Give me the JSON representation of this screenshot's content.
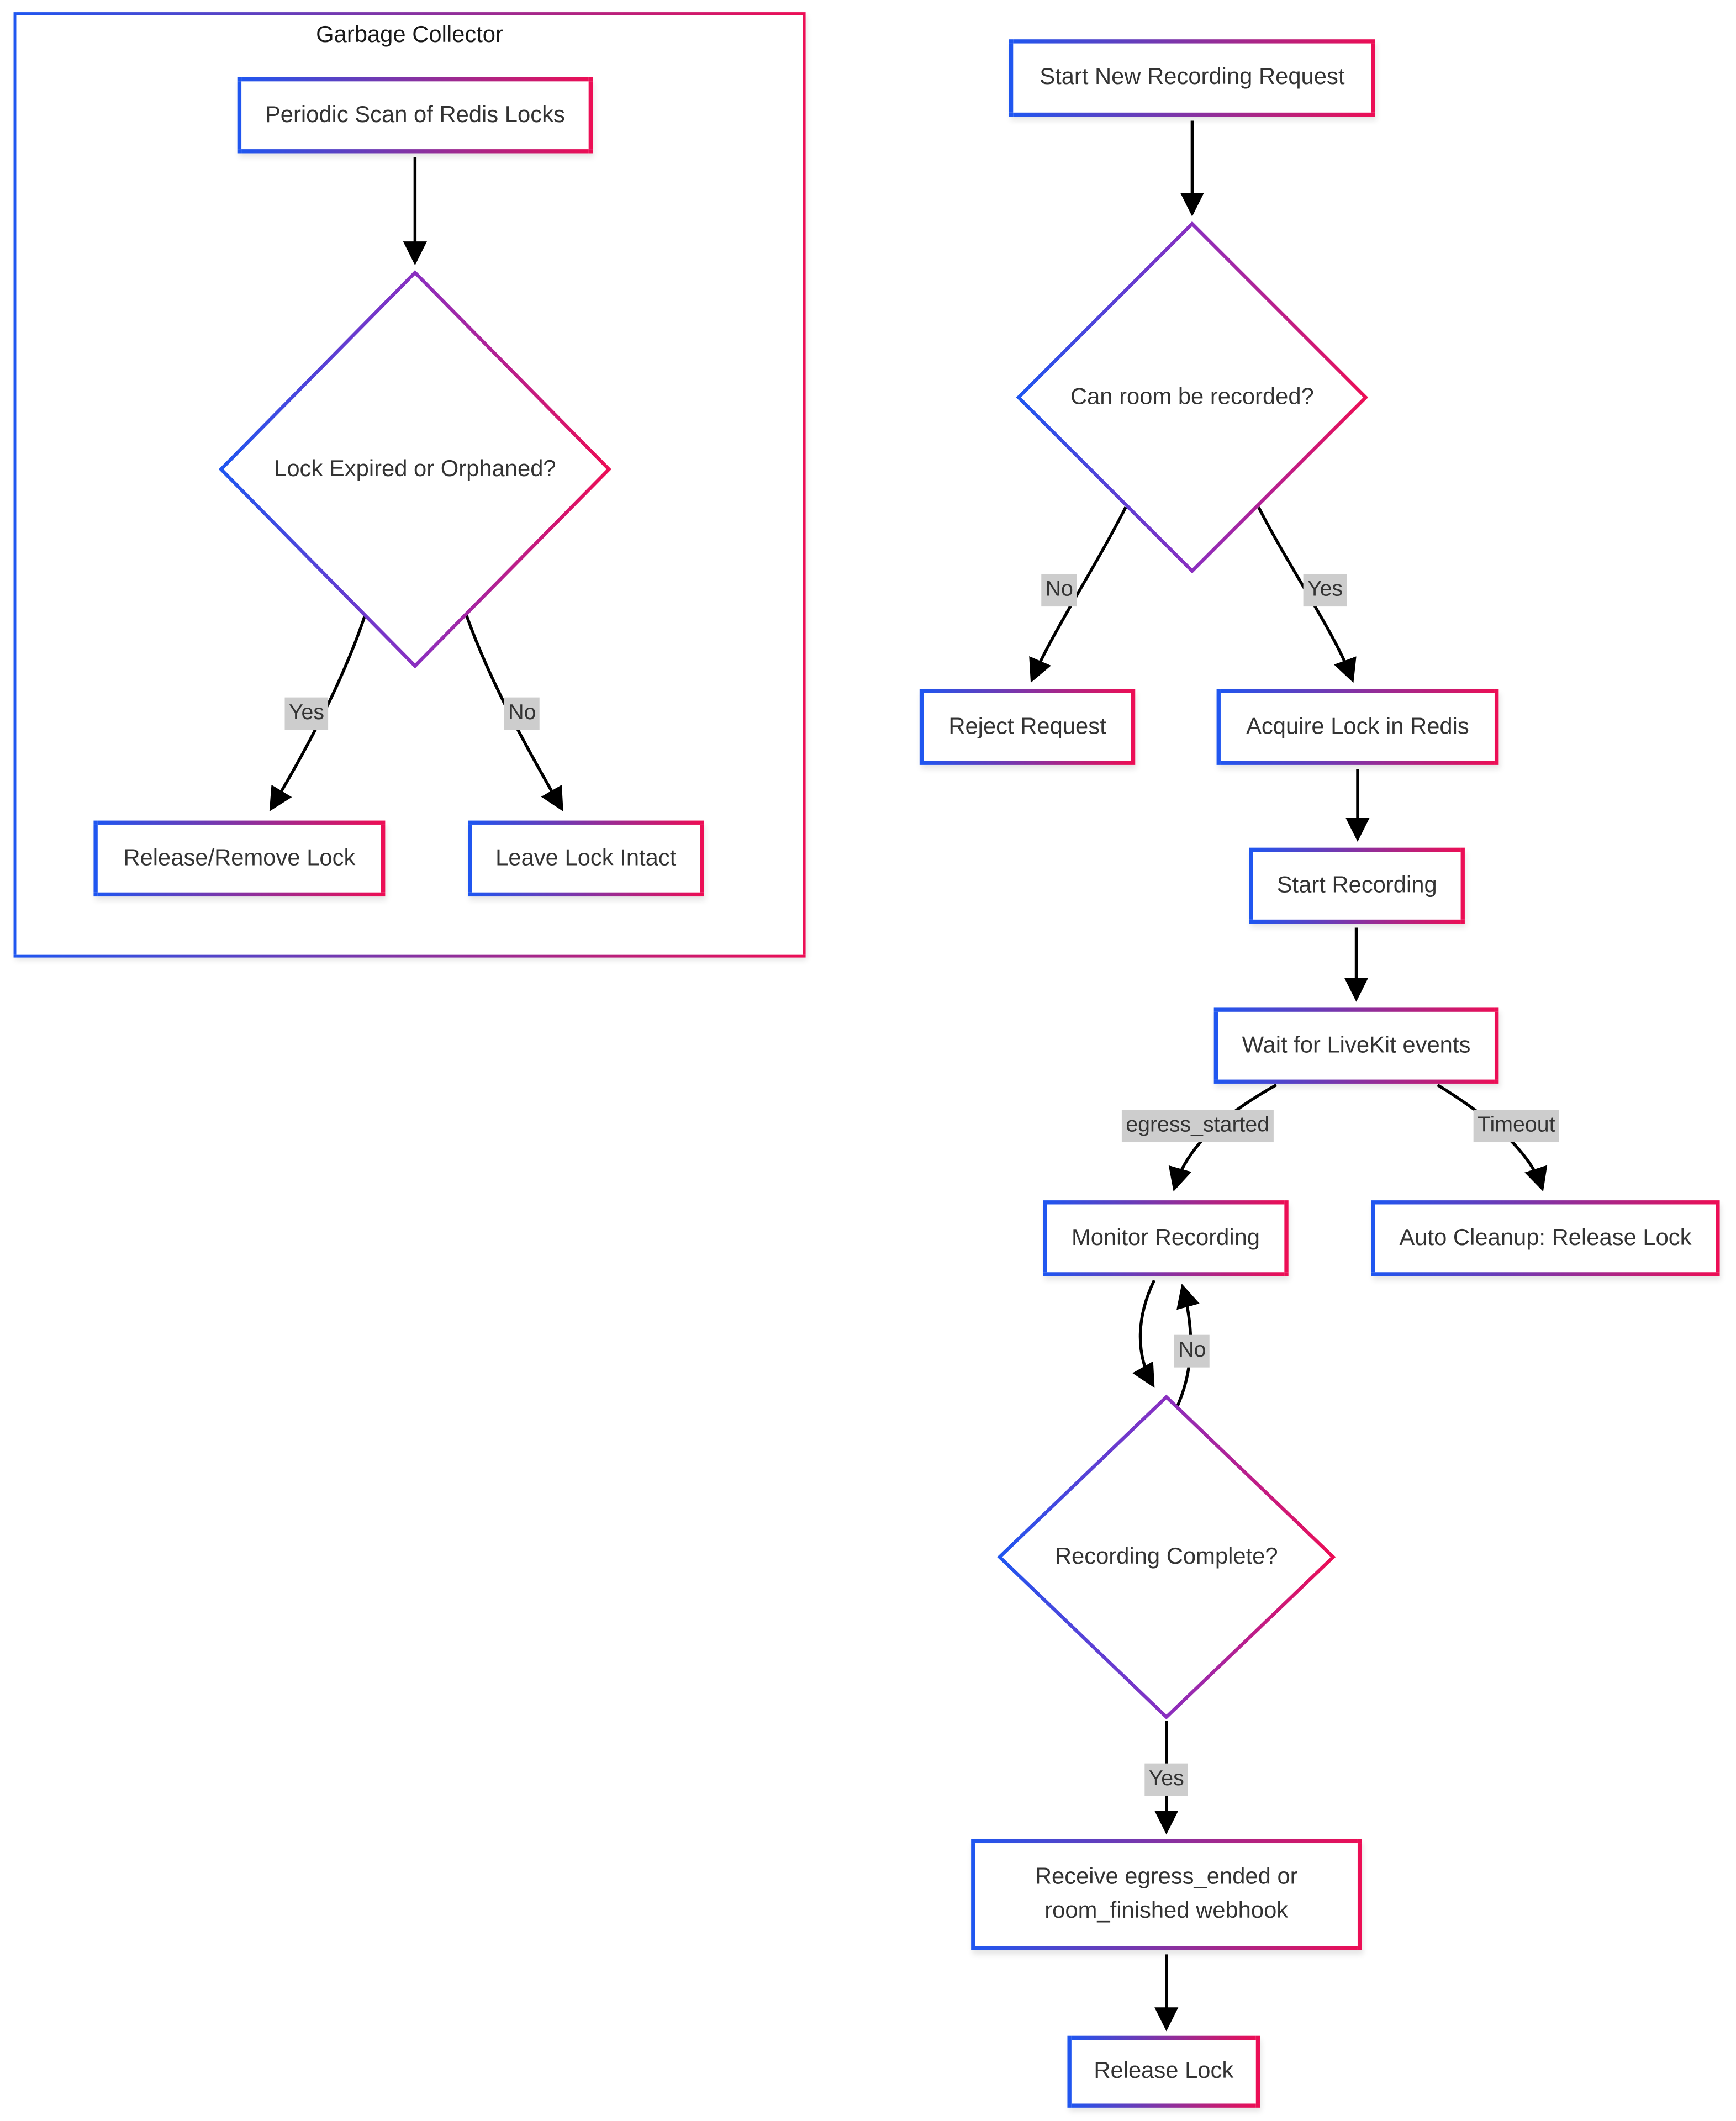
{
  "colors": {
    "gradient_start": "#1f56f0",
    "gradient_end": "#ec0e55",
    "edge": "#000000",
    "node_text": "#333333",
    "edge_label_background": "#cdcdcd",
    "background": "#ffffff"
  },
  "subgraph": {
    "title": "Garbage Collector"
  },
  "nodes": {
    "periodic_scan": {
      "label": "Periodic Scan of Redis Locks"
    },
    "lock_expired": {
      "label": "Lock Expired or Orphaned?"
    },
    "release_remove": {
      "label": "Release/Remove Lock"
    },
    "leave_intact": {
      "label": "Leave Lock Intact"
    },
    "start_request": {
      "label": "Start New Recording Request"
    },
    "can_record": {
      "label": "Can room be recorded?"
    },
    "reject": {
      "label": "Reject Request"
    },
    "acquire_lock": {
      "label": "Acquire Lock in Redis"
    },
    "start_recording": {
      "label": "Start Recording"
    },
    "wait_events": {
      "label": "Wait for LiveKit events"
    },
    "monitor": {
      "label": "Monitor Recording"
    },
    "auto_cleanup": {
      "label": "Auto Cleanup: Release Lock"
    },
    "recording_complete": {
      "label": "Recording Complete?"
    },
    "receive_webhook": {
      "label": "Receive egress_ended or room_finished webhook"
    },
    "release_lock": {
      "label": "Release Lock"
    }
  },
  "edge_labels": {
    "expired_yes": "Yes",
    "expired_no": "No",
    "can_record_no": "No",
    "can_record_yes": "Yes",
    "egress_started": "egress_started",
    "timeout": "Timeout",
    "loop_no": "No",
    "complete_yes": "Yes"
  }
}
